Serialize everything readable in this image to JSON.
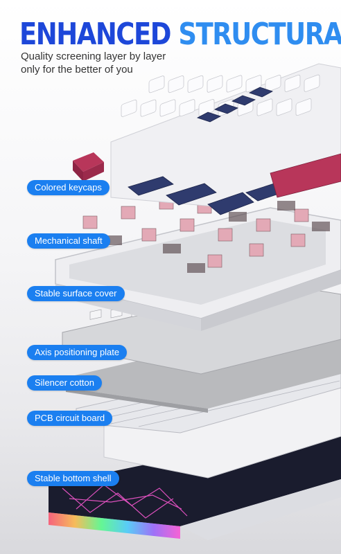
{
  "headline": {
    "word1": "ENHANCED",
    "word2": "STRUCTURAL"
  },
  "subtitle": {
    "line1": "Quality screening layer by layer",
    "line2": "only for the better of you"
  },
  "layers": [
    {
      "label": "Colored keycaps"
    },
    {
      "label": "Mechanical shaft"
    },
    {
      "label": "Stable surface cover"
    },
    {
      "label": "Axis positioning plate"
    },
    {
      "label": "Silencer cotton"
    },
    {
      "label": "PCB circuit board"
    },
    {
      "label": "Stable bottom shell"
    }
  ],
  "colors": {
    "title_dark": "#1d47d9",
    "title_light": "#2f8df0",
    "label_bg": "#1b7ff0",
    "keycap_navy": "#2f3b6e",
    "keycap_rose": "#b8365a",
    "switch_pink": "#e3a9b6"
  }
}
